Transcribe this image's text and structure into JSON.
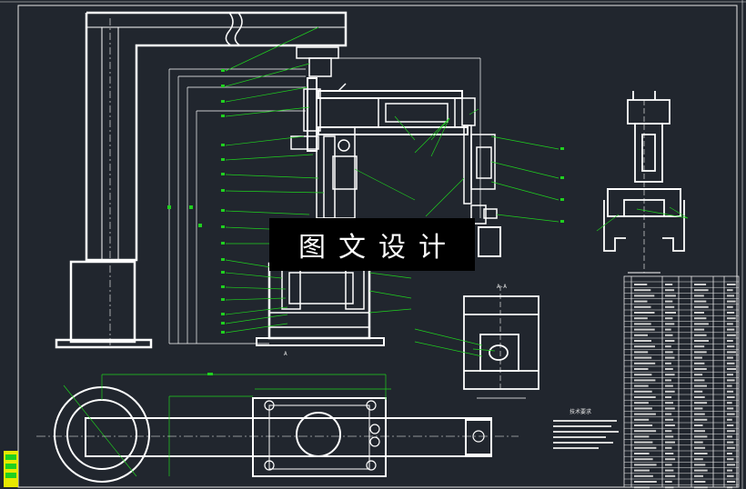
{
  "title_banner": "图文设计",
  "technical_notes_title": "技术要求",
  "section_labels": [
    "A-A",
    "A"
  ],
  "colors": {
    "background": "#21262e",
    "outline": "#ffffff",
    "leader": "#1fd01f",
    "banner": "#000000",
    "frame": "#e6e6e6"
  }
}
